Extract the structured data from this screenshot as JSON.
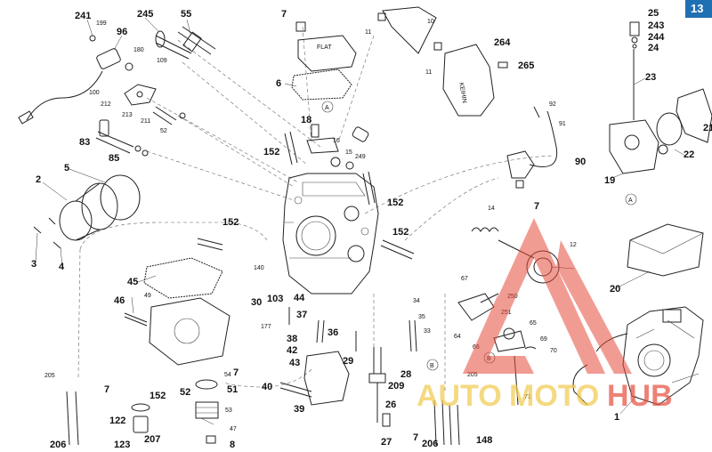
{
  "page_tab": "13",
  "watermark": {
    "text": [
      "AUTO",
      "MOTO",
      "HUB"
    ],
    "colors": [
      "#f2c94c",
      "#f2c94c",
      "#e74c3c"
    ]
  },
  "callouts": [
    {
      "id": "c241",
      "text": "241"
    },
    {
      "id": "c199",
      "text": "199"
    },
    {
      "id": "c96",
      "text": "96"
    },
    {
      "id": "c245",
      "text": "245"
    },
    {
      "id": "c55",
      "text": "55"
    },
    {
      "id": "c180",
      "text": "180"
    },
    {
      "id": "c109",
      "text": "109"
    },
    {
      "id": "c100",
      "text": "100"
    },
    {
      "id": "c212",
      "text": "212"
    },
    {
      "id": "c213",
      "text": "213"
    },
    {
      "id": "c211",
      "text": "211"
    },
    {
      "id": "c52a",
      "text": "52"
    },
    {
      "id": "c83",
      "text": "83"
    },
    {
      "id": "c85",
      "text": "85"
    },
    {
      "id": "c5",
      "text": "5"
    },
    {
      "id": "c2",
      "text": "2"
    },
    {
      "id": "c3",
      "text": "3"
    },
    {
      "id": "c4",
      "text": "4"
    },
    {
      "id": "c7a",
      "text": "7"
    },
    {
      "id": "c6",
      "text": "6"
    },
    {
      "id": "c18",
      "text": "18"
    },
    {
      "id": "c16",
      "text": "16"
    },
    {
      "id": "c15",
      "text": "15"
    },
    {
      "id": "c249",
      "text": "249"
    },
    {
      "id": "c11a",
      "text": "11"
    },
    {
      "id": "c10",
      "text": "10"
    },
    {
      "id": "c11b",
      "text": "11"
    },
    {
      "id": "c264",
      "text": "264"
    },
    {
      "id": "c265",
      "text": "265"
    },
    {
      "id": "c152a",
      "text": "152"
    },
    {
      "id": "c152b",
      "text": "152"
    },
    {
      "id": "c152c",
      "text": "152"
    },
    {
      "id": "c152d",
      "text": "152"
    },
    {
      "id": "c92",
      "text": "92"
    },
    {
      "id": "c91",
      "text": "91"
    },
    {
      "id": "c90",
      "text": "90"
    },
    {
      "id": "c7b",
      "text": "7"
    },
    {
      "id": "c25",
      "text": "25"
    },
    {
      "id": "c243",
      "text": "243"
    },
    {
      "id": "c244",
      "text": "244"
    },
    {
      "id": "c24",
      "text": "24"
    },
    {
      "id": "c23",
      "text": "23"
    },
    {
      "id": "c22",
      "text": "22"
    },
    {
      "id": "c21",
      "text": "21"
    },
    {
      "id": "c19",
      "text": "19"
    },
    {
      "id": "c14",
      "text": "14"
    },
    {
      "id": "c12",
      "text": "12"
    },
    {
      "id": "c20",
      "text": "20"
    },
    {
      "id": "c45",
      "text": "45"
    },
    {
      "id": "c140",
      "text": "140"
    },
    {
      "id": "c30",
      "text": "30"
    },
    {
      "id": "c103",
      "text": "103"
    },
    {
      "id": "c44",
      "text": "44"
    },
    {
      "id": "c37",
      "text": "37"
    },
    {
      "id": "c177",
      "text": "177"
    },
    {
      "id": "c38",
      "text": "38"
    },
    {
      "id": "c42",
      "text": "42"
    },
    {
      "id": "c43",
      "text": "43"
    },
    {
      "id": "c36",
      "text": "36"
    },
    {
      "id": "c34",
      "text": "34"
    },
    {
      "id": "c35",
      "text": "35"
    },
    {
      "id": "c33",
      "text": "33"
    },
    {
      "id": "c67",
      "text": "67"
    },
    {
      "id": "c250",
      "text": "250"
    },
    {
      "id": "c251",
      "text": "251"
    },
    {
      "id": "c64",
      "text": "64"
    },
    {
      "id": "c65",
      "text": "65"
    },
    {
      "id": "c66",
      "text": "66"
    },
    {
      "id": "c69",
      "text": "69"
    },
    {
      "id": "c70",
      "text": "70"
    },
    {
      "id": "c46",
      "text": "46"
    },
    {
      "id": "c49",
      "text": "49"
    },
    {
      "id": "c54",
      "text": "54"
    },
    {
      "id": "c7c",
      "text": "7"
    },
    {
      "id": "c29",
      "text": "29"
    },
    {
      "id": "c28",
      "text": "28"
    },
    {
      "id": "c209",
      "text": "209"
    },
    {
      "id": "c205a",
      "text": "205"
    },
    {
      "id": "c7d",
      "text": "7"
    },
    {
      "id": "c152e",
      "text": "152"
    },
    {
      "id": "c52b",
      "text": "52"
    },
    {
      "id": "c51",
      "text": "51"
    },
    {
      "id": "c40",
      "text": "40"
    },
    {
      "id": "c39",
      "text": "39"
    },
    {
      "id": "c26",
      "text": "26"
    },
    {
      "id": "c122",
      "text": "122"
    },
    {
      "id": "c53",
      "text": "53"
    },
    {
      "id": "c47",
      "text": "47"
    },
    {
      "id": "c123",
      "text": "123"
    },
    {
      "id": "c207",
      "text": "207"
    },
    {
      "id": "c206a",
      "text": "206"
    },
    {
      "id": "c8",
      "text": "8"
    },
    {
      "id": "c27",
      "text": "27"
    },
    {
      "id": "c7e",
      "text": "7"
    },
    {
      "id": "c206b",
      "text": "206"
    },
    {
      "id": "c148",
      "text": "148"
    },
    {
      "id": "c205b",
      "text": "205"
    },
    {
      "id": "c71",
      "text": "71"
    },
    {
      "id": "c1",
      "text": "1"
    }
  ],
  "ref_marks": [
    {
      "id": "rA1",
      "text": "A"
    },
    {
      "id": "rA2",
      "text": "A"
    },
    {
      "id": "rB1",
      "text": "B"
    },
    {
      "id": "rB2",
      "text": "B"
    }
  ],
  "stamps": {
    "cap_text": "FLAT",
    "body_text": "KEIHIN"
  }
}
